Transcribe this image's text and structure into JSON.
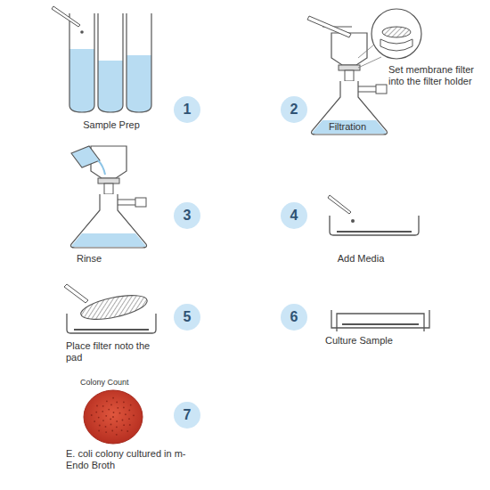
{
  "diagram": {
    "nodes": [
      {
        "text": [
          "1"
        ]
      },
      {
        "text": [
          "2"
        ]
      },
      {
        "text": [
          "3"
        ]
      },
      {
        "text": [
          "4"
        ]
      },
      {
        "text": [
          "5"
        ]
      },
      {
        "text": [
          "6"
        ]
      },
      {
        "text": [
          "7"
        ]
      }
    ],
    "labels": [
      "Sample Prep",
      "Filtration",
      "Set membrane filter into the filter holder",
      "Rinse",
      "Add Media",
      "Place filter noto the pad",
      "Culture Sample",
      "Colony Count",
      "E. coli colony cultured in m-Endo Broth"
    ]
  }
}
